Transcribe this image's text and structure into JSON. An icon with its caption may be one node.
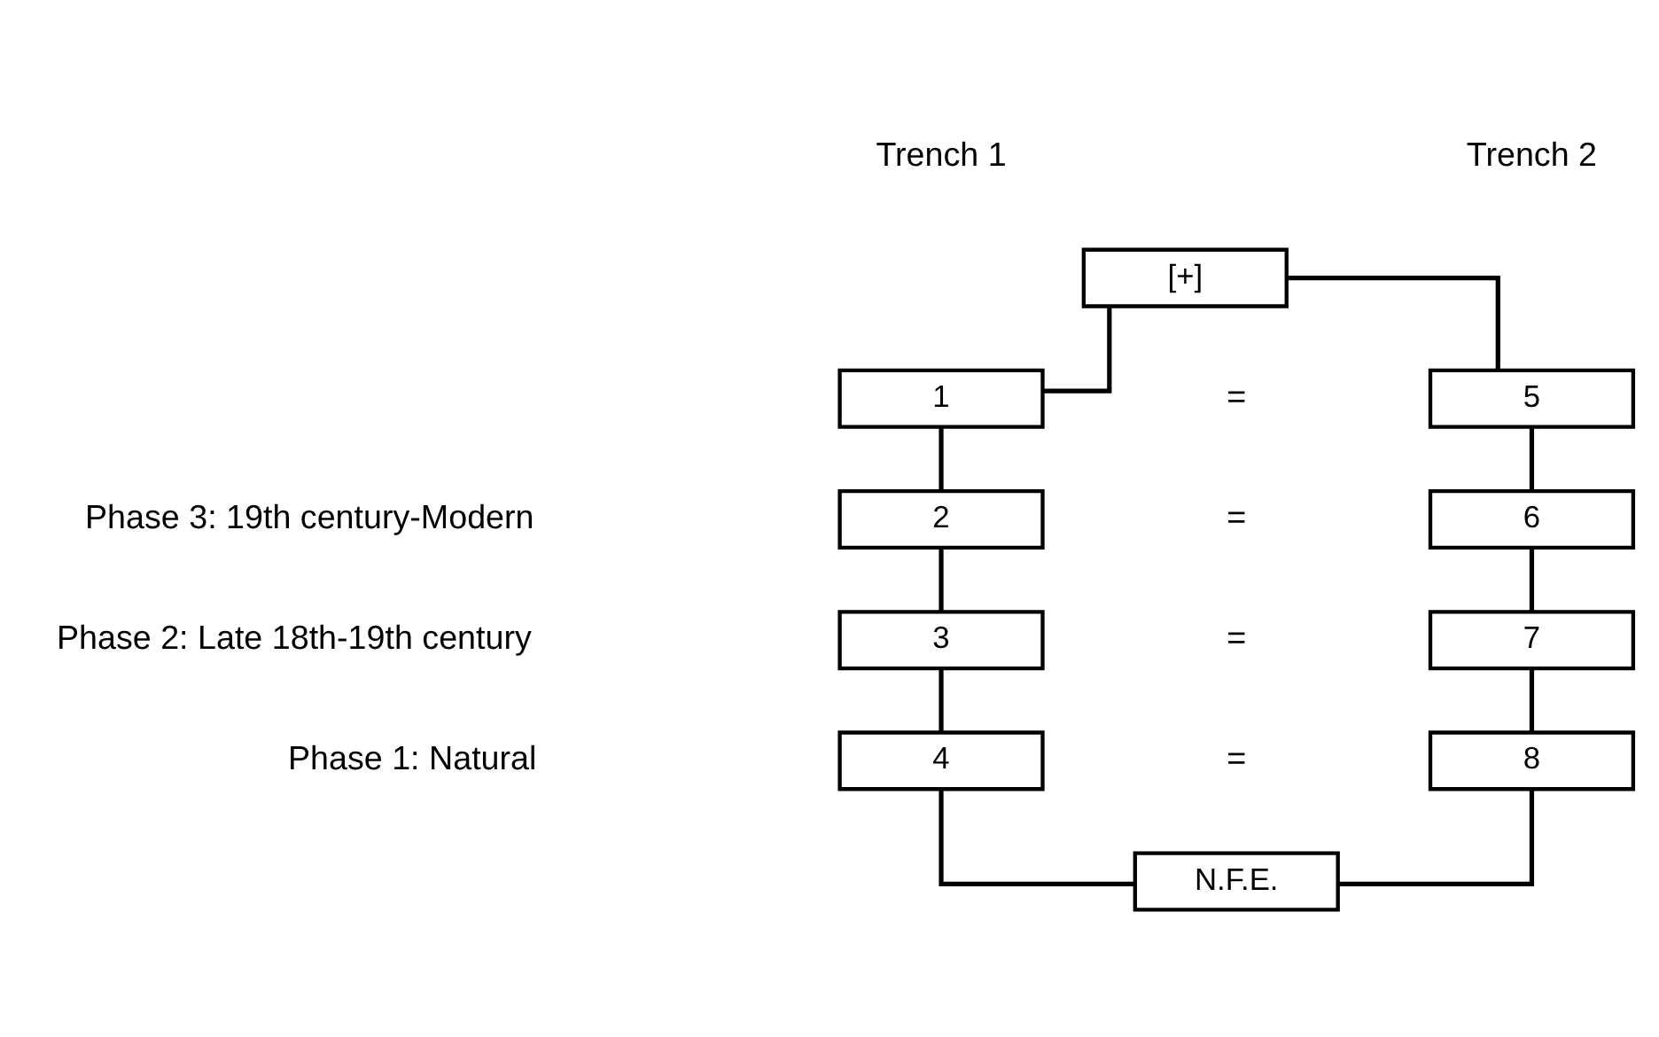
{
  "diagram": {
    "nodes": [
      {
        "text": [
          "[+]"
        ]
      },
      {
        "text": [
          "1"
        ]
      },
      {
        "text": [
          "2"
        ]
      },
      {
        "text": [
          "3"
        ]
      },
      {
        "text": [
          "4"
        ]
      },
      {
        "text": [
          "5"
        ]
      },
      {
        "text": [
          "6"
        ]
      },
      {
        "text": [
          "7"
        ]
      },
      {
        "text": [
          "8"
        ]
      },
      {
        "text": [
          "N.F.E."
        ]
      }
    ],
    "edges": [
      {
        "from": 0,
        "to": 1,
        "arrow": "none"
      },
      {
        "from": 0,
        "to": 5,
        "arrow": "none"
      },
      {
        "from": 1,
        "to": 2,
        "arrow": "none"
      },
      {
        "from": 2,
        "to": 3,
        "arrow": "none"
      },
      {
        "from": 3,
        "to": 4,
        "arrow": "none"
      },
      {
        "from": 5,
        "to": 6,
        "arrow": "none"
      },
      {
        "from": 6,
        "to": 7,
        "arrow": "none"
      },
      {
        "from": 7,
        "to": 8,
        "arrow": "none"
      },
      {
        "from": 4,
        "to": 9,
        "arrow": "none"
      },
      {
        "from": 8,
        "to": 9,
        "arrow": "none"
      }
    ],
    "labels": [
      "Trench 1",
      "Trench 2",
      "=",
      "Phase 3: 19th century-Modern",
      "=",
      "Phase 2: Late 18th-19th century",
      "=",
      "Phase 1: Natural",
      "="
    ]
  }
}
